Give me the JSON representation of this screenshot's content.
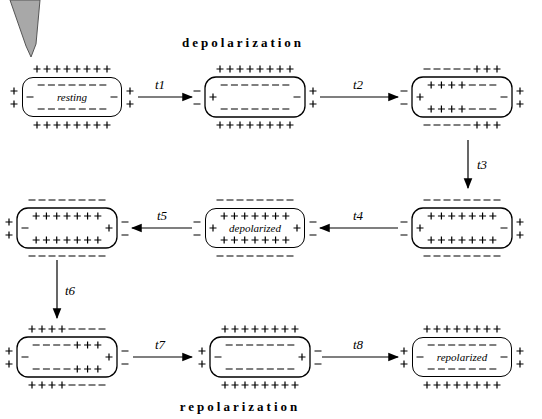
{
  "diagram": {
    "nodes": [
      {
        "text": [
          "resting"
        ]
      },
      {
        "text": [
          "depolarized"
        ]
      },
      {
        "text": [
          "repolarized"
        ]
      }
    ],
    "labels": [
      "depolarization",
      "t1",
      "t2",
      "t3",
      "t4",
      "t5",
      "t6",
      "t7",
      "t8",
      "repolarization"
    ]
  }
}
